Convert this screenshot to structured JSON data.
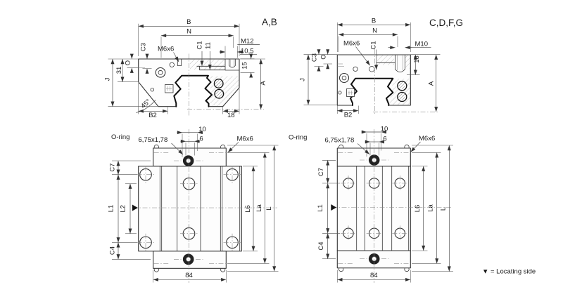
{
  "drawing": {
    "legend": {
      "symbol": "▼",
      "text": "= Locating side"
    },
    "section_ab": {
      "title": "A,B",
      "labels": {
        "b": "B",
        "n": "N",
        "m12": "M12",
        "d105": "10,5",
        "c3": "C3",
        "m6": "M6x6",
        "c1": "C1",
        "d11": "11",
        "d15": "15",
        "o": "O",
        "d31": "31",
        "j": "J",
        "a": "A",
        "angle": "45°",
        "b2": "B2",
        "d18": "18"
      }
    },
    "section_cdfg": {
      "title": "C,D,F,G",
      "labels": {
        "b": "B",
        "n": "N",
        "m6": "M6x6",
        "c1": "C1",
        "m10": "M10",
        "c3": "C3",
        "o": "O",
        "d18": "18",
        "j": "J",
        "a": "A",
        "b2": "B2"
      }
    },
    "plan_ab": {
      "labels": {
        "oring": "O-ring",
        "oring_size": "6,75x1,78",
        "d10": "10",
        "d6": "6",
        "m6": "M6x6",
        "c7": "C7",
        "l1": "L1",
        "l2": "L2",
        "l6": "L6",
        "la": "La",
        "l": "L",
        "c4": "C4",
        "d84": "84"
      }
    },
    "plan_cdfg": {
      "labels": {
        "oring": "O-ring",
        "oring_size": "6,75x1,78",
        "d10": "10",
        "d6": "6",
        "m6": "M6x6",
        "c7": "C7",
        "l1": "L1",
        "l6": "L6",
        "la": "La",
        "l": "L",
        "c4": "C4",
        "d84": "84"
      }
    }
  }
}
